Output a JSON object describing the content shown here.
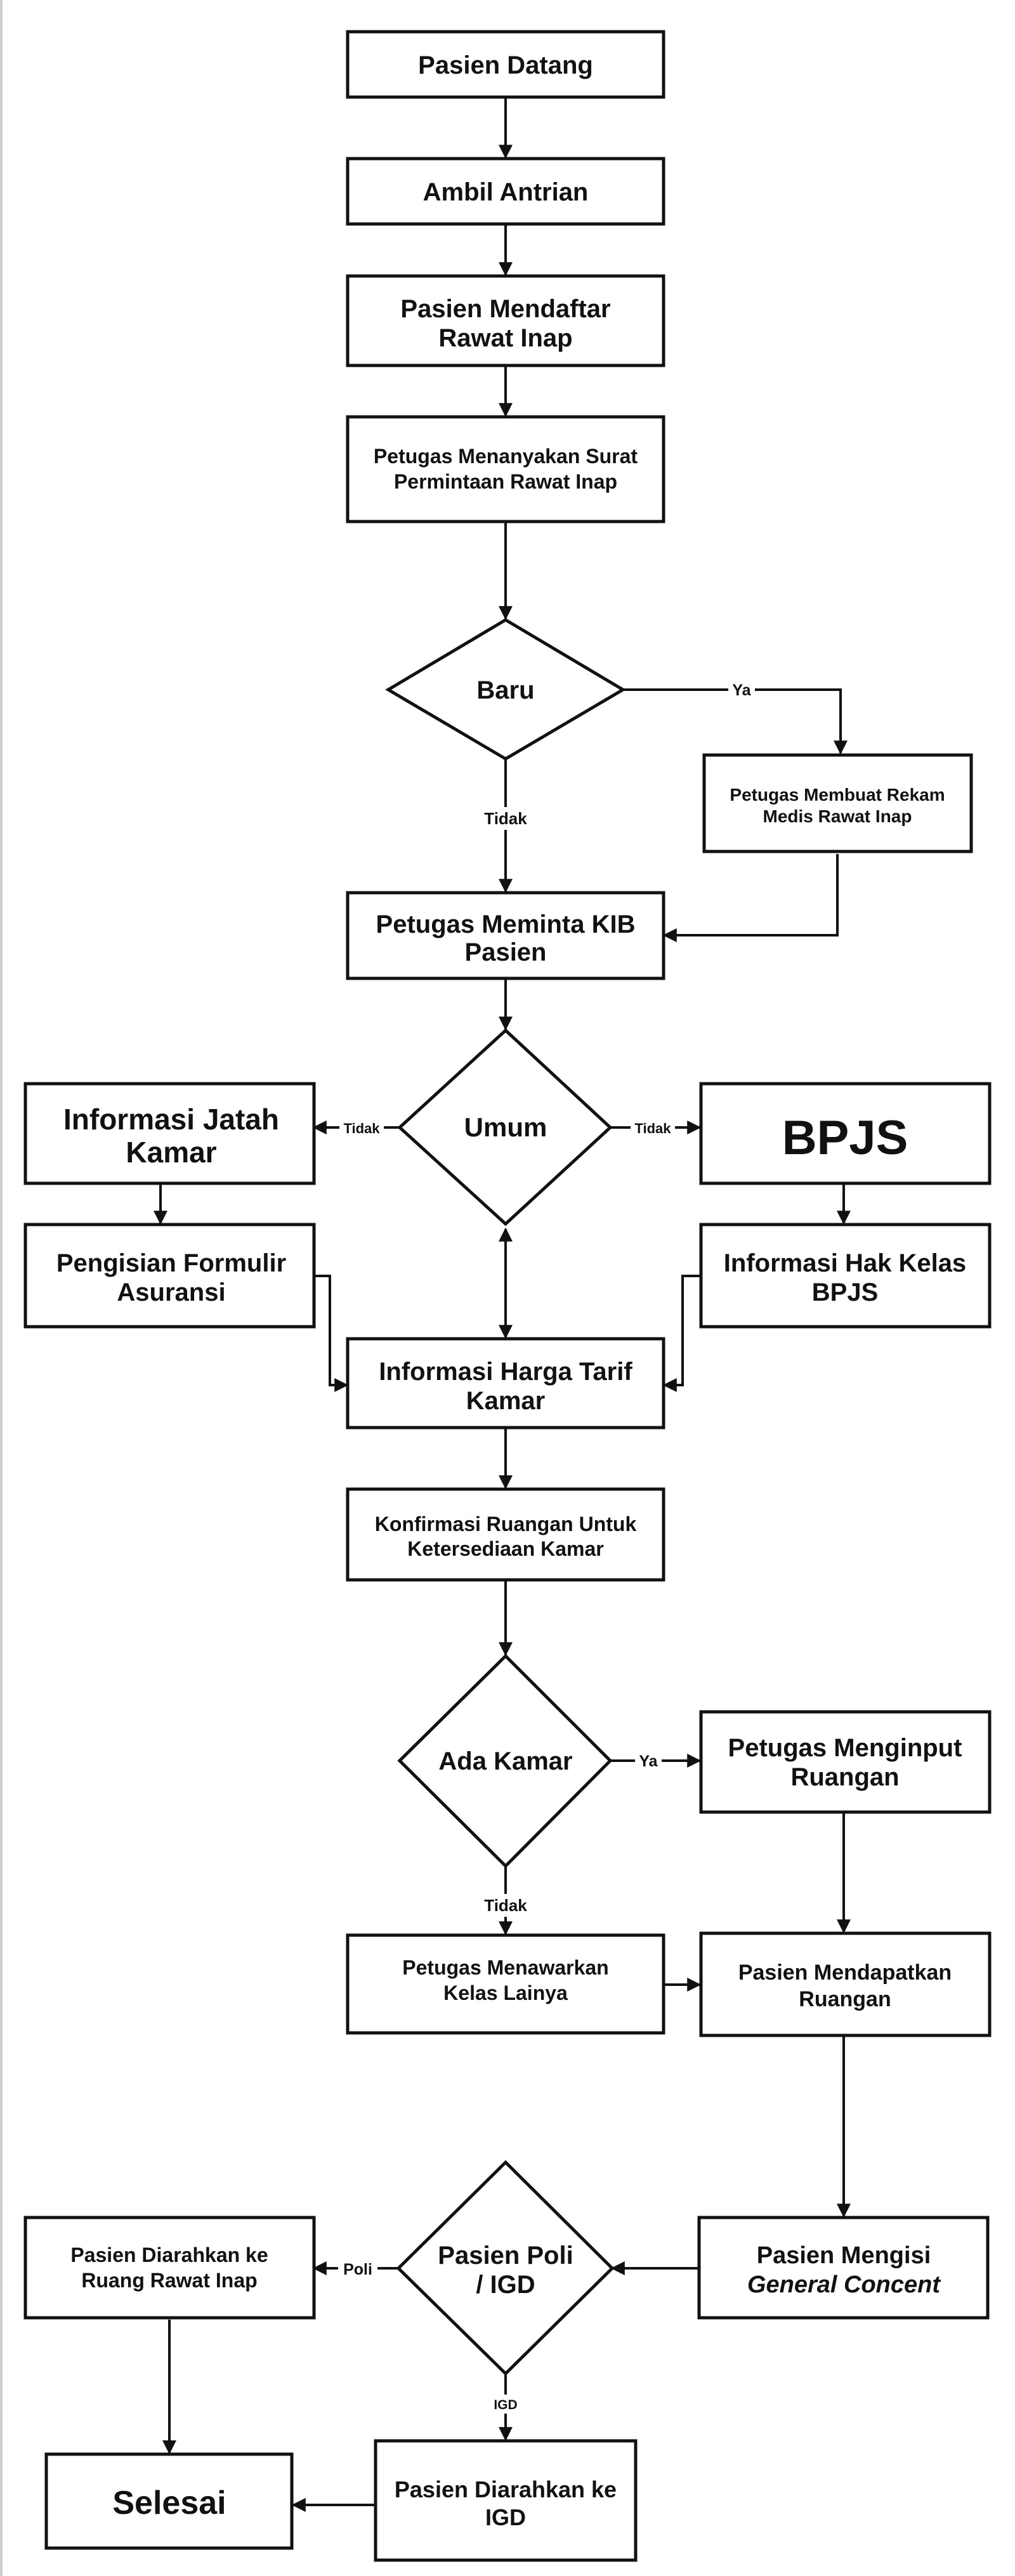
{
  "nodes": {
    "pasien_datang": "Pasien Datang",
    "ambil_antrian": "Ambil Antrian",
    "mendaftar": [
      "Pasien Mendaftar",
      "Rawat Inap"
    ],
    "menanyakan_surat": [
      "Petugas Menanyakan Surat",
      "Permintaan Rawat Inap"
    ],
    "baru": "Baru",
    "rekam_medis": [
      "Petugas Membuat Rekam",
      "Medis Rawat Inap"
    ],
    "meminta_kib": [
      "Petugas Meminta KIB",
      "Pasien"
    ],
    "umum": "Umum",
    "jatah_kamar": [
      "Informasi Jatah",
      "Kamar"
    ],
    "bpjs": "BPJS",
    "formulir_asuransi": [
      "Pengisian Formulir",
      "Asuransi"
    ],
    "hak_kelas": [
      "Informasi Hak Kelas",
      "BPJS"
    ],
    "harga_tarif": [
      "Informasi Harga Tarif",
      "Kamar"
    ],
    "konfirmasi_ruangan": [
      "Konfirmasi Ruangan Untuk",
      "Ketersediaan Kamar"
    ],
    "ada_kamar": "Ada Kamar",
    "menginput_ruangan": [
      "Petugas Menginput",
      "Ruangan"
    ],
    "menawarkan_kelas": [
      "Petugas Menawarkan",
      "Kelas Lainya"
    ],
    "mendapatkan_ruangan": [
      "Pasien Mendapatkan",
      "Ruangan"
    ],
    "poli_igd": [
      "Pasien Poli",
      "/ IGD"
    ],
    "general_concent": [
      "Pasien Mengisi",
      "General Concent"
    ],
    "diarahkan_rawat_inap": [
      "Pasien Diarahkan ke",
      "Ruang Rawat Inap"
    ],
    "selesai": "Selesai",
    "diarahkan_igd": [
      "Pasien Diarahkan ke",
      "IGD"
    ]
  },
  "edge_labels": {
    "baru_ya": "Ya",
    "baru_tidak": "Tidak",
    "umum_left_tidak": "Tidak",
    "umum_right_tidak": "Tidak",
    "ada_kamar_ya": "Ya",
    "ada_kamar_tidak": "Tidak",
    "poli": "Poli",
    "igd": "IGD"
  }
}
